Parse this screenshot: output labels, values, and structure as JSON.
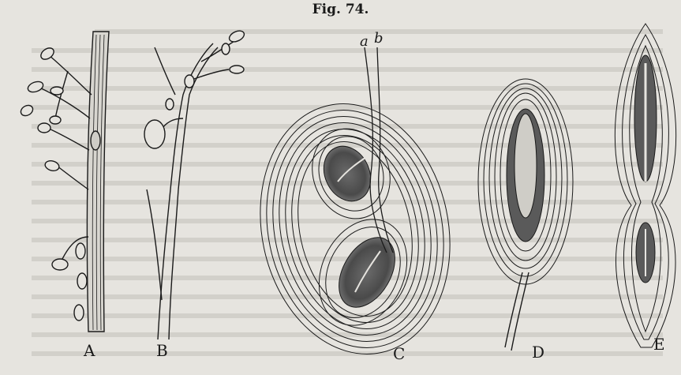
{
  "figure": {
    "title": "Fig. 74.",
    "panels": [
      {
        "id": "A",
        "label": "A"
      },
      {
        "id": "B",
        "label": "B"
      },
      {
        "id": "C",
        "label": "C",
        "annotations": [
          "a",
          "b"
        ]
      },
      {
        "id": "D",
        "label": "D"
      },
      {
        "id": "E",
        "label": "E"
      }
    ]
  },
  "colors": {
    "ink": "#1a1a1a",
    "paper": "#e6e4df",
    "shading": "#4a4a4a"
  }
}
